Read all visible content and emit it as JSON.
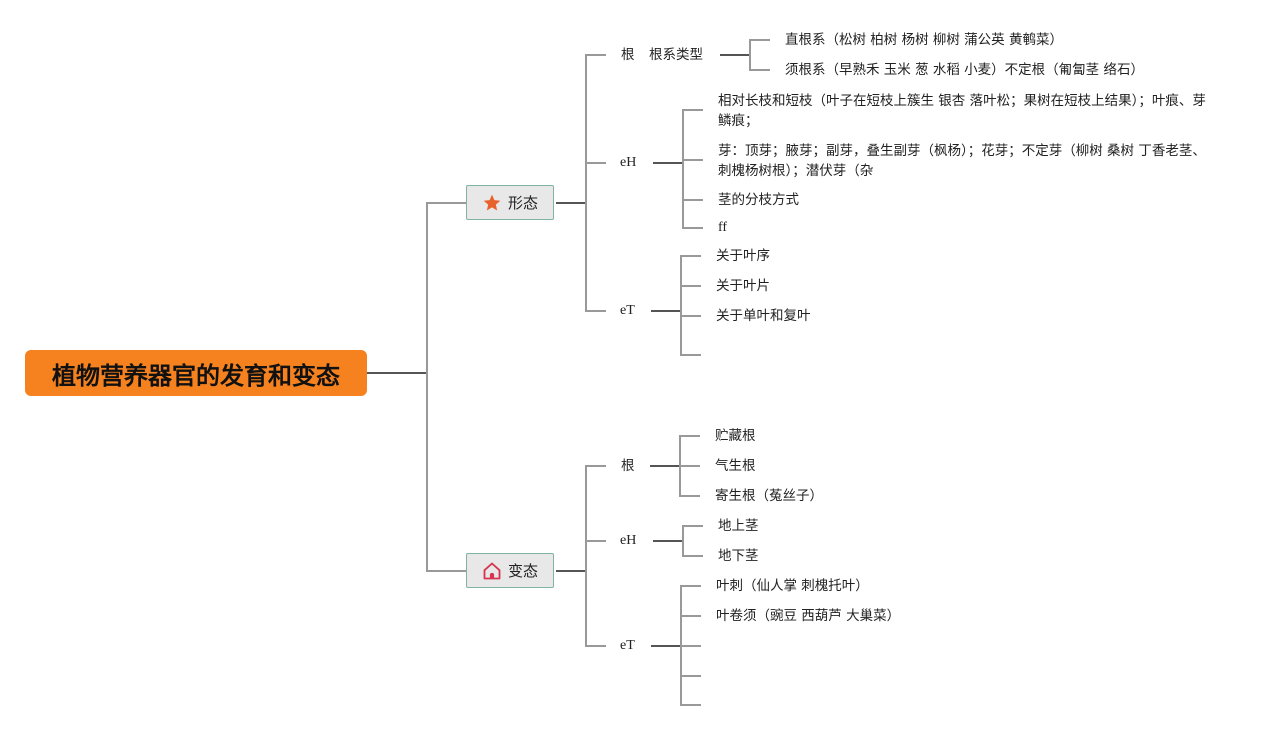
{
  "root": {
    "title": "植物营养器官的发育和变态",
    "color": "#f5821f"
  },
  "branches": [
    {
      "label": "形态",
      "icon": "star-icon",
      "icon_color": "#e8632b",
      "children": [
        {
          "label": "根",
          "sub_label": "根系类型",
          "children": [
            "直根系（松树 柏树 杨树 柳树 蒲公英 黄鹌菜）",
            "须根系（早熟禾 玉米 葱 水稻 小麦）不定根（匍匐茎 络石）"
          ]
        },
        {
          "label": "eH",
          "children": [
            "相对长枝和短枝（叶子在短枝上簇生 银杏 落叶松；果树在短枝上结果）；叶痕、芽鳞痕；",
            "芽：顶芽；腋芽；副芽，叠生副芽（枫杨）；花芽；不定芽（柳树 桑树 丁香老茎、刺槐杨树根）；潜伏芽（杂",
            "茎的分枝方式",
            "ff"
          ]
        },
        {
          "label": "eT",
          "children": [
            "关于叶序",
            "关于叶片",
            "关于单叶和复叶",
            ""
          ]
        }
      ]
    },
    {
      "label": "变态",
      "icon": "home-icon",
      "icon_color": "#d6344f",
      "children": [
        {
          "label": "根",
          "children": [
            "贮藏根",
            "气生根",
            "寄生根（菟丝子）"
          ]
        },
        {
          "label": "eH",
          "children": [
            "地上茎",
            "地下茎"
          ]
        },
        {
          "label": "eT",
          "children": [
            "叶刺（仙人掌 刺槐托叶）",
            "叶卷须（豌豆 西葫芦 大巢菜）",
            "",
            "",
            ""
          ]
        }
      ]
    }
  ]
}
